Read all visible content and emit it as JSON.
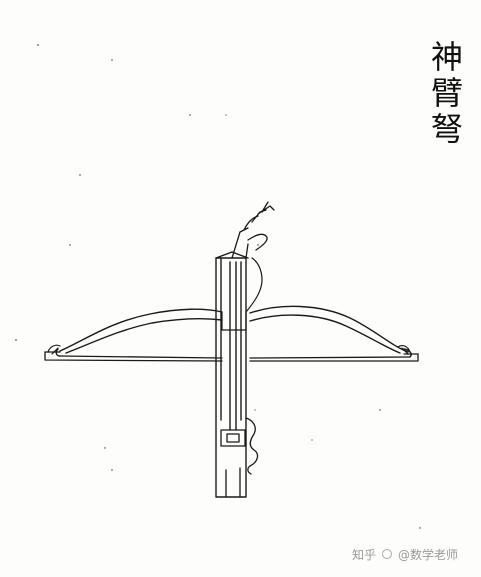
{
  "illustration": {
    "title": "神臂弩",
    "subject": "crossbow-woodblock-illustration"
  },
  "watermark": {
    "platform": "知乎",
    "author": "@数学老师"
  },
  "colors": {
    "ink": "#1a1a1a",
    "paper": "#fdfdfb",
    "watermark": "#9a9a9a"
  }
}
